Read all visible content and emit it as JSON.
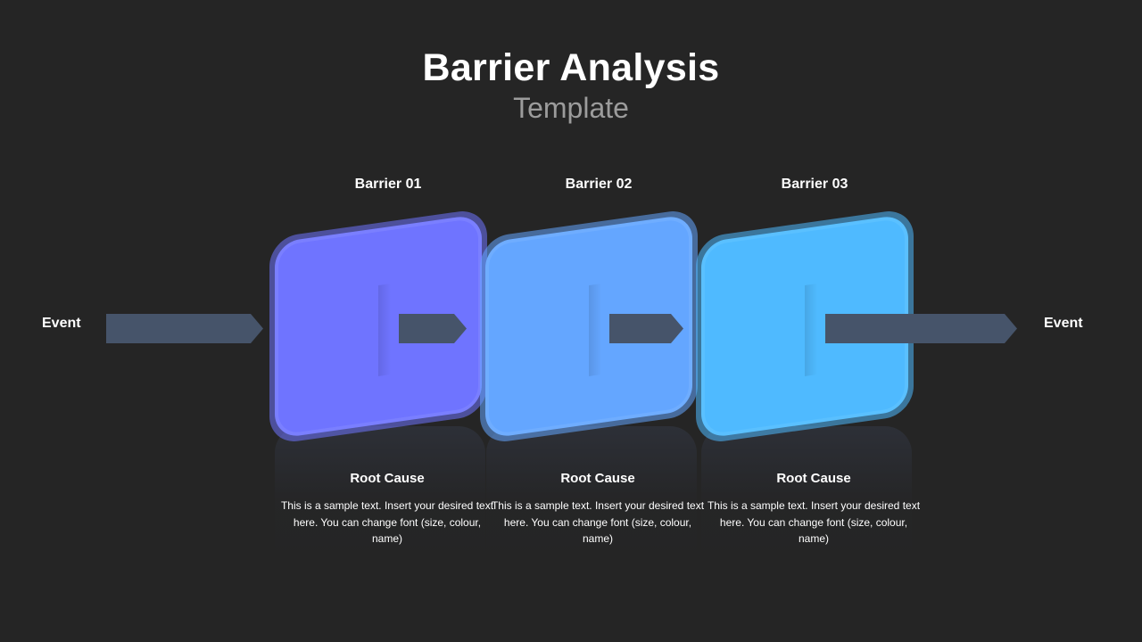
{
  "header": {
    "title": "Barrier Analysis",
    "subtitle": "Template"
  },
  "events": {
    "start_label": "Event",
    "end_label": "Event"
  },
  "colors": {
    "background": "#252525",
    "arrow": "#46546a",
    "barrier_1": "#6f74ff",
    "barrier_2": "#64a6ff",
    "barrier_3": "#4fbaff"
  },
  "barriers": [
    {
      "label": "Barrier 01",
      "root_cause_title": "Root Cause",
      "root_cause_text": "This is a sample text. Insert your desired text here. You can change font (size, colour, name)"
    },
    {
      "label": "Barrier 02",
      "root_cause_title": "Root Cause",
      "root_cause_text": "This is a sample text. Insert your desired text here. You can change font (size, colour, name)"
    },
    {
      "label": "Barrier 03",
      "root_cause_title": "Root Cause",
      "root_cause_text": "This is a sample text. Insert your desired text here. You can change font (size, colour, name)"
    }
  ]
}
